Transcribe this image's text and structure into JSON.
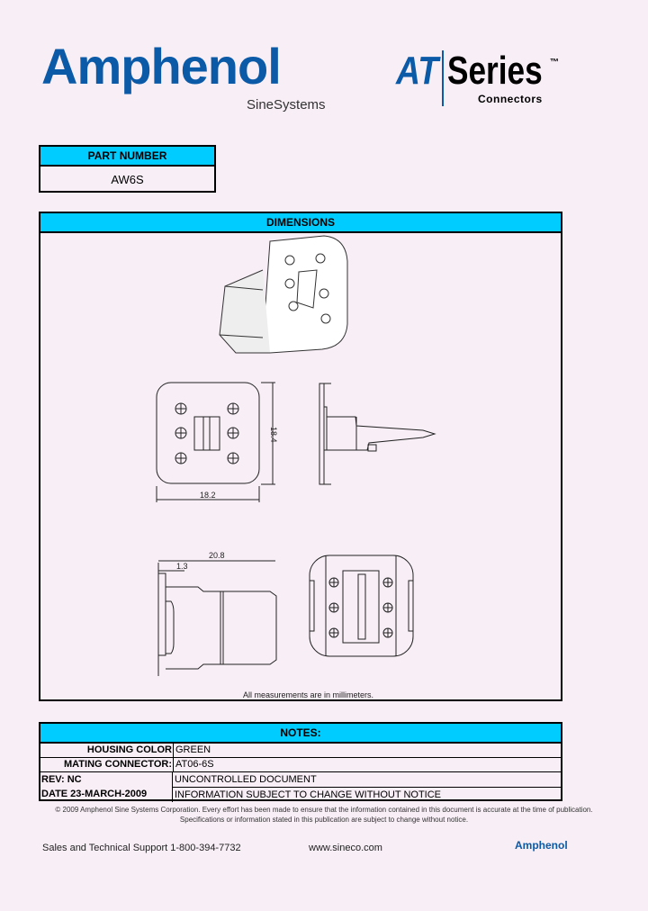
{
  "header": {
    "brand": "Amphenol",
    "sub_brand": "SineSystems",
    "series_prefix": "AT",
    "series": "Series",
    "trademark": "™",
    "series_sub": "Connectors"
  },
  "part_number": {
    "label": "PART NUMBER",
    "value": "AW6S"
  },
  "dimensions": {
    "label": "DIMENSIONS",
    "width": "18.2",
    "height": "18.4",
    "length": "20.8",
    "flange": "1.3",
    "units_note": "All measurements are in millimeters."
  },
  "notes": {
    "label": "NOTES:",
    "rows": [
      {
        "label": "HOUSING COLOR",
        "value": "GREEN"
      },
      {
        "label": "MATING CONNECTOR:",
        "value": "AT06-6S"
      }
    ],
    "rev": "REV: NC",
    "date": "DATE 23-MARCH-2009",
    "status1": "UNCONTROLLED DOCUMENT",
    "status2": "INFORMATION SUBJECT TO CHANGE WITHOUT NOTICE"
  },
  "copyright": {
    "line1": "© 2009 Amphenol Sine Systems Corporation. Every effort has been made to ensure that the information contained in this document is accurate at the time of publication.",
    "line2": "Specifications or information stated in this publication are subject to change without notice."
  },
  "footer": {
    "support": "Sales and Technical Support 1-800-394-7732",
    "website": "www.sineco.com",
    "logo": "Amphenol"
  },
  "colors": {
    "header_cyan": "#00ccff",
    "brand_blue": "#0a5aa8"
  }
}
